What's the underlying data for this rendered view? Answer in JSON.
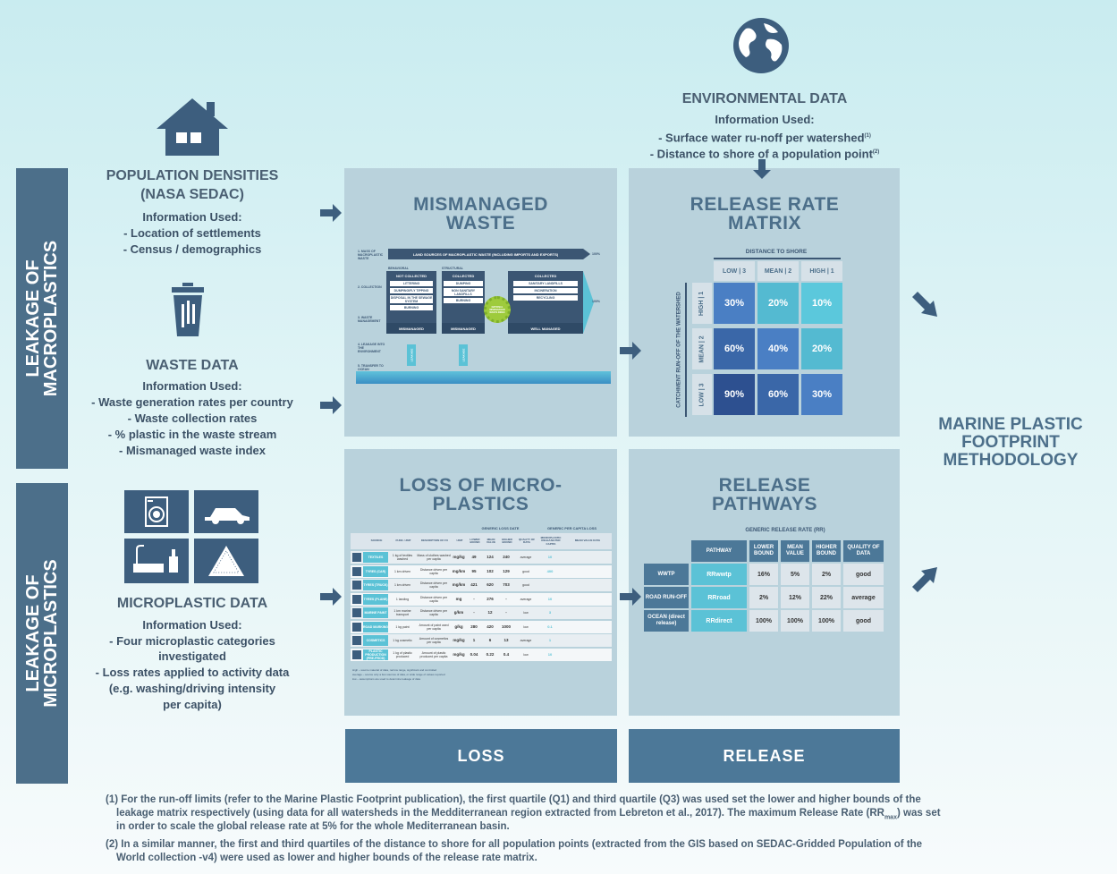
{
  "sides": {
    "macro": "LEAKAGE OF MACROPLASTICS",
    "micro": "LEAKAGE OF MICROPLASTICS"
  },
  "sources": {
    "population": {
      "title": "POPULATION DENSITIES (NASA SEDAC)",
      "info": "Information Used:",
      "items": [
        "- Location of settlements",
        "- Census / demographics"
      ]
    },
    "waste": {
      "title": "WASTE DATA",
      "info": "Information Used:",
      "items": [
        "- Waste generation rates per country",
        "- Waste collection rates",
        "- % plastic in the waste stream",
        "- Mismanaged waste index"
      ]
    },
    "micro": {
      "title": "MICROPLASTIC DATA",
      "info": "Information Used:",
      "items": [
        "- Four microplastic categories",
        "investigated",
        "- Loss rates applied to activity data",
        "(e.g. washing/driving intensity",
        "per capita)"
      ]
    },
    "env": {
      "title": "ENVIRONMENTAL DATA",
      "info": "Information Used:",
      "line1": "- Surface water ru-noff per watershed",
      "sup1": "(1)",
      "line2": "- Distance to shore of a population point",
      "sup2": "(2)"
    }
  },
  "panels": {
    "mismanaged": "MISMANAGED WASTE",
    "release_matrix": "RELEASE RATE MATRIX",
    "loss_micro": "LOSS OF MICRO-PLASTICS",
    "release_pathways": "RELEASE PATHWAYS"
  },
  "methodology": "MARINE PLASTIC FOOTPRINT METHODOLOGY",
  "bottom": {
    "loss": "LOSS",
    "release": "RELEASE"
  },
  "matrix": {
    "top_label": "DISTANCE TO SHORE",
    "side_label": "CATCHMENT RUN-OFF OF THE WATERSHED",
    "cols": [
      "LOW | 3",
      "MEAN | 2",
      "HIGH | 1"
    ],
    "rows": [
      "HIGH | 1",
      "MEAN | 2",
      "LOW | 3"
    ],
    "values": [
      [
        "30%",
        "20%",
        "10%"
      ],
      [
        "60%",
        "40%",
        "20%"
      ],
      [
        "90%",
        "60%",
        "30%"
      ]
    ],
    "colors": [
      [
        "#4a7fc4",
        "#54bad1",
        "#5bc8dc"
      ],
      [
        "#3a67a8",
        "#4a7fc4",
        "#54bad1"
      ],
      [
        "#2d5090",
        "#3a67a8",
        "#4a7fc4"
      ]
    ]
  },
  "pathways": {
    "title": "GENERIC RELEASE RATE (RR)",
    "headers": [
      "PATHWAY",
      "LOWER BOUND",
      "MEAN VALUE",
      "HIGHER BOUND",
      "QUALITY OF DATA"
    ],
    "rows": [
      {
        "label": "WWTP",
        "name": "RRwwtp",
        "vals": [
          "16%",
          "5%",
          "2%",
          "good"
        ]
      },
      {
        "label": "ROAD RUN-OFF",
        "name": "RRroad",
        "vals": [
          "2%",
          "12%",
          "22%",
          "average"
        ]
      },
      {
        "label": "OCEAN (direct release)",
        "name": "RRdirect",
        "vals": [
          "100%",
          "100%",
          "100%",
          "good"
        ]
      }
    ]
  },
  "mw_diagram": {
    "row_labels": [
      "1. MASS OF MACROPLASTIC WASTE",
      "2. COLLECTION",
      "3. WASTE MANAGEMENT",
      "4. LEAKAGE INTO THE ENVIRONMENT",
      "5. TRANSFER TO OCEAN"
    ],
    "top_bar": "LAND SOURCES OF MACROPLASTIC WASTE (INCLUDING IMPORTS AND EXPORTS)",
    "pct_top": "100%",
    "pct_mid": "100%",
    "behavioral": "BEHAVIORAL",
    "structural": "STRUCTURAL",
    "not_collected": "NOT COLLECTED",
    "nc_items": [
      "LITTERING",
      "DUMPING/FLY TIPPING",
      "DISPOSAL IN THE SEWAGE SYSTEM",
      "BURNING"
    ],
    "collected": "COLLECTED",
    "c1_items": [
      "DUMPING",
      "NON SANITARY LANDFILLS",
      "BURNING"
    ],
    "c2_items": [
      "SANITARY LANDFILLS",
      "INCINERATION",
      "RECYCLING"
    ],
    "mismanaged": "MISMANAGED",
    "well_managed": "WELL MANAGED",
    "gear": "NATIONAL MISMANAGED WASTE INDEX",
    "leak": "LEAKAGE"
  },
  "micro_table": {
    "group1": "GENERIC LOSS DATE",
    "group2": "GENERIC PER CAPITA LOSS",
    "headers": [
      "SOURCE",
      "FUNC. UNIT",
      "DESCRIPTION OF FU",
      "UNIT",
      "LOWER BOUND",
      "MEAN VALUE",
      "HIGHER BOUND",
      "QUALITY OF DATA",
      "MICROPLASTIC RELEASE PER CAPITA",
      "MEAN VALUE DATA"
    ],
    "rows": [
      [
        "TEXTILES",
        "1 kg of textiles washed",
        "Mass of clothes washed per capita",
        "mg/kg",
        "49",
        "124",
        "240",
        "average",
        "10"
      ],
      [
        "TYRES (CAR)",
        "1 km driven",
        "Distance driven per capita",
        "mg/km",
        "95",
        "102",
        "129",
        "good",
        "400"
      ],
      [
        "TYRES (TRUCK)",
        "1 km driven",
        "Distance driven per capita",
        "mg/km",
        "421",
        "620",
        "703",
        "good",
        ""
      ],
      [
        "TYRES (PLANE)",
        "1 landing",
        "Distance driven per capita",
        "mg",
        "-",
        "276",
        "-",
        "average",
        "10"
      ],
      [
        "MARINE PAINT",
        "1 km marine transport",
        "Distance driven per capita",
        "g/km",
        "-",
        "12",
        "-",
        "low",
        "3"
      ],
      [
        "ROAD MARKING",
        "1 kg paint",
        "Amount of paint used per capita",
        "g/kg",
        "280",
        "420",
        "1000",
        "low",
        "0.1"
      ],
      [
        "COSMETICS",
        "1 kg cosmetic",
        "Amount of cosmetics per capita",
        "mg/kg",
        "1",
        "6",
        "13",
        "average",
        "1"
      ],
      [
        "PLASTIC PRODUCTION (PRE-PROD)",
        "1 kg of plastic produced",
        "Amount of plastic produced per capita",
        "mg/kg",
        "0.04",
        "0.22",
        "0.4",
        "low",
        "10"
      ]
    ],
    "legend1": "High – source material of data, narrow range, significant and controlled",
    "legend2": "average – source only a few sources of data, or wide range of values reported",
    "legend3": "low – assumptions are used to determine leakage of data"
  },
  "footnotes": {
    "f1": "(1) For the run-off limits (refer to the Marine Plastic Footprint publication), the first quartile (Q1) and third quartile (Q3) was used set the lower and higher bounds of the",
    "f1b_pre": "leakage matrix respectively (using data for all watersheds in the Medditerranean region extracted from Lebreton et al., 2017). The maximum Release Rate (RR",
    "f1b_sub": "max",
    "f1b_post": ") was set",
    "f1c": "in order to scale the global release rate at 5% for the whole Mediterranean basin.",
    "f2": "(2) In a similar manner, the first and third quartiles of the distance to shore for all population points (extracted from the GIS based on SEDAC-Gridded Population of the",
    "f2b": "World collection -v4) were used as lower and higher bounds of the release rate matrix."
  },
  "colors": {
    "navy": "#4c6f8a",
    "teal": "#5bc2d6",
    "panel": "#b9d2dc"
  }
}
